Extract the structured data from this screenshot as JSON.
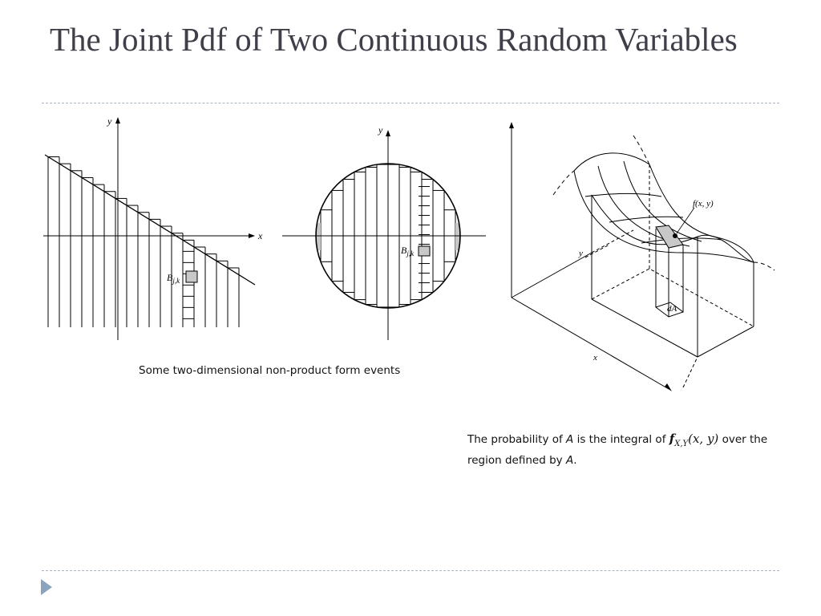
{
  "slide": {
    "title": "The Joint Pdf of Two Continuous Random Variables"
  },
  "figure_left": {
    "x_label": "x",
    "y_label": "y",
    "cell_label_main": "B",
    "cell_label_sub": "j,k"
  },
  "figure_middle": {
    "y_label": "y",
    "cell_label_main": "B",
    "cell_label_sub": "j,k"
  },
  "figure_right": {
    "surface_label": "f(x, y)",
    "y_label": "y",
    "x_label": "x",
    "area_label": "dA"
  },
  "captions": {
    "left": "Some two-dimensional non-product form events",
    "right_1": "The probability of ",
    "right_A1": "A",
    "right_2": " is the integral of ",
    "right_f": "f",
    "right_sub": "X,Y",
    "right_args": "(x, y)",
    "right_3": " over the region defined by ",
    "right_A2": "A",
    "right_4": "."
  },
  "colors": {
    "title": "#3f3f4a",
    "rule": "#a9b3bd",
    "bullet": "#8aa4bd",
    "shade": "#c8c8c8"
  },
  "bullet_icon": "triangle-bullet-icon"
}
